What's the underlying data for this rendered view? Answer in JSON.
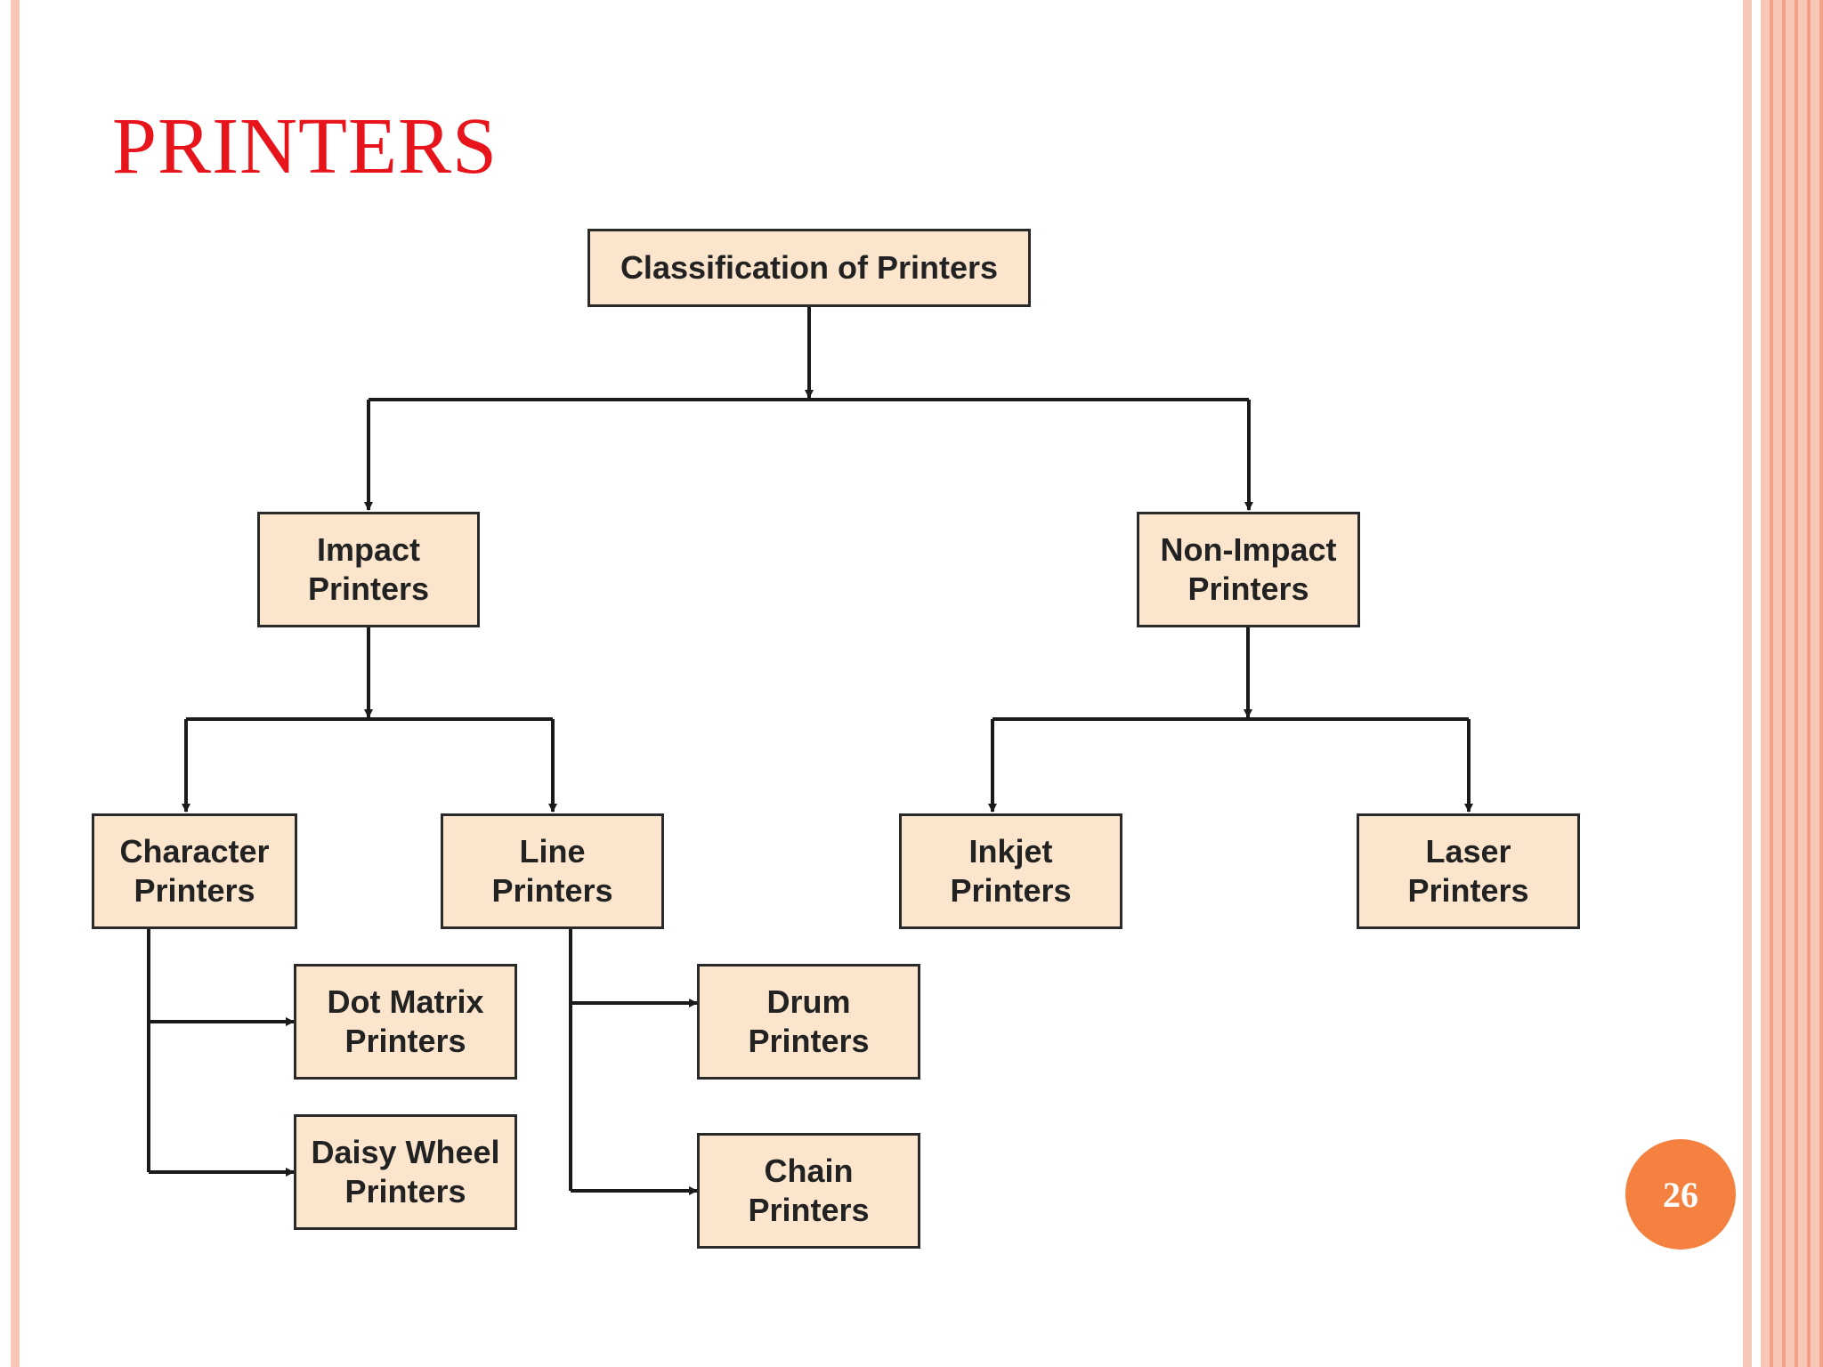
{
  "slide": {
    "title": "PRINTERS",
    "page_number": "26"
  },
  "colors": {
    "title": "#e8141b",
    "node_fill": "#fbe5cd",
    "node_border": "#2a2a2a",
    "connector": "#1a1a1a",
    "border_pink": "#f7c7b8",
    "border_salmon": "#f2a088",
    "badge": "#f4813f"
  },
  "diagram": {
    "root": "Classification of Printers",
    "impact": "Impact\nPrinters",
    "non_impact": "Non-Impact\nPrinters",
    "character": "Character\nPrinters",
    "line": "Line\nPrinters",
    "inkjet": "Inkjet\nPrinters",
    "laser": "Laser\nPrinters",
    "dot_matrix": "Dot Matrix\nPrinters",
    "daisy_wheel": "Daisy Wheel\nPrinters",
    "drum": "Drum\nPrinters",
    "chain": "Chain\nPrinters"
  }
}
